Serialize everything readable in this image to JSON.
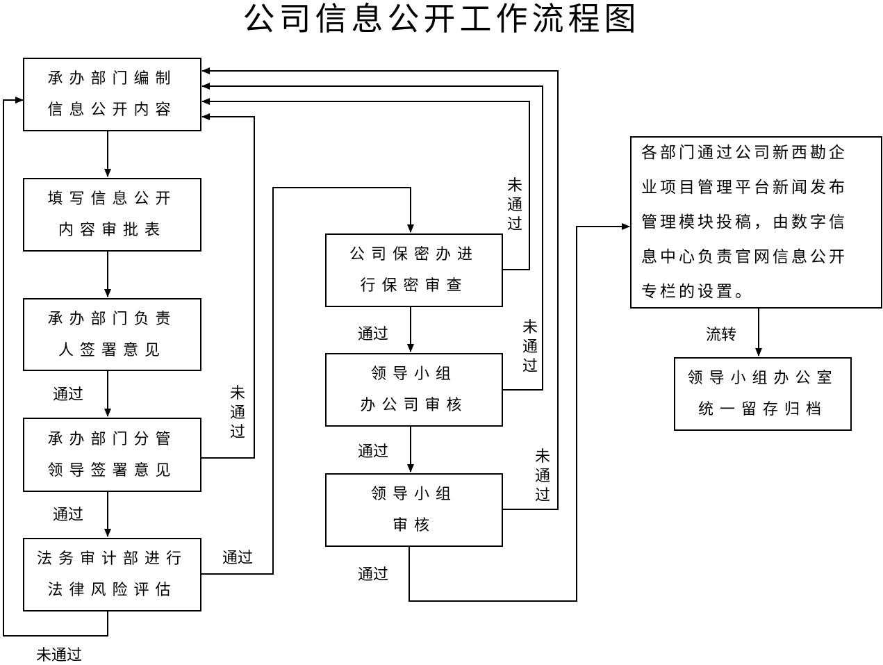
{
  "title": "公司信息公开工作流程图",
  "nodes": {
    "draft": [
      "承办部门编制",
      "信息公开内容"
    ],
    "approval_form": [
      "填写信息公开",
      "内容审批表"
    ],
    "dept_head": [
      "承办部门负责",
      "人签署意见"
    ],
    "dept_leader": [
      "承办部门分管",
      "领导签署意见"
    ],
    "legal": [
      "法务审计部进行",
      "法律风险评估"
    ],
    "secrecy": [
      "公司保密办进",
      "行保密审查"
    ],
    "office": [
      "领导小组",
      "办公司审核"
    ],
    "group": [
      "领导小组",
      "审核"
    ],
    "publish": [
      "各部门通过公司新西勘企",
      "业项目管理平台新闻发布",
      "管理模块投稿，由数字信",
      "息中心负责官网信息公开",
      "专栏的设置。"
    ],
    "archive": [
      "领导小组办公室",
      "统一留存归档"
    ]
  },
  "labels": {
    "pass_1": "通过",
    "pass_2": "通过",
    "pass_legal": "通过",
    "pass_secrecy": "通过",
    "pass_office": "通过",
    "pass_group": "通过",
    "fail_leader": "未通过",
    "fail_secrecy": "未通过",
    "fail_office": "未通过",
    "fail_group": "未通过",
    "fail_legal": "未通过",
    "transfer": "流转"
  }
}
